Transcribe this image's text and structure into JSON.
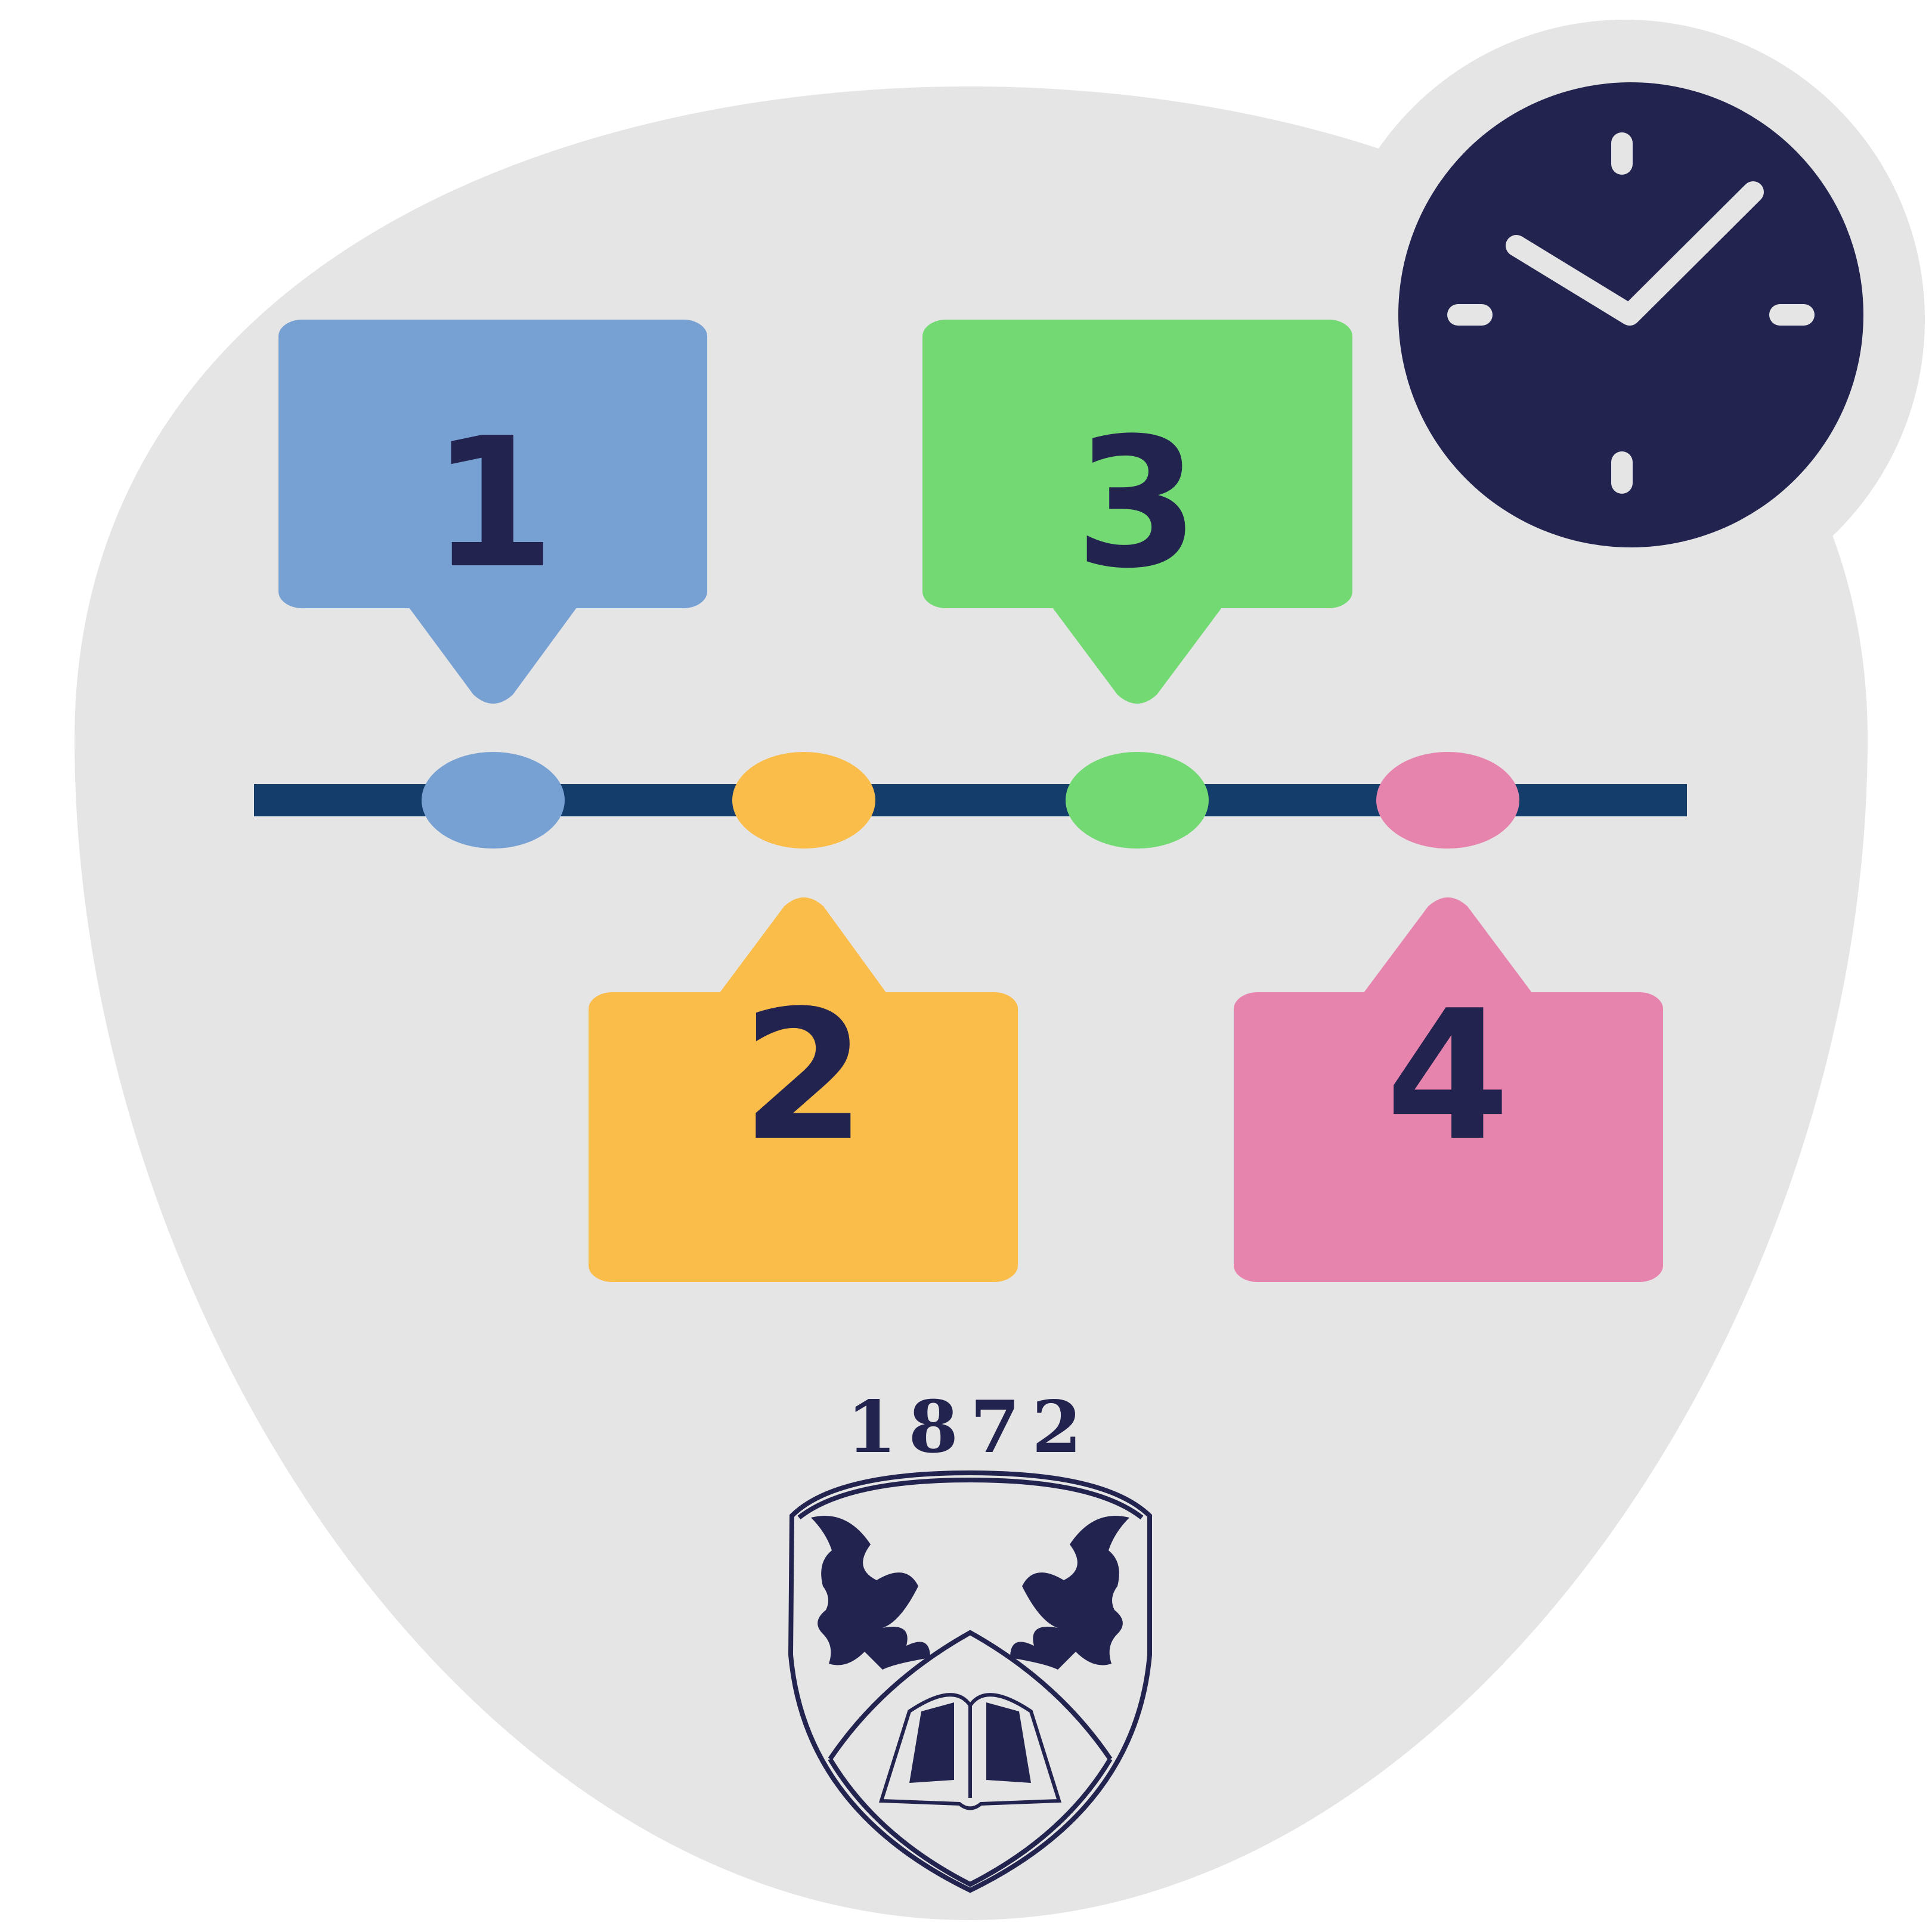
{
  "colors": {
    "background_blob": "#e5e5e5",
    "dark_navy": "#23234f",
    "timeline": "#143d6b",
    "step1": "#78a1d3",
    "step2": "#fbbd4a",
    "step3": "#72d973",
    "step4": "#e784ad",
    "clock_marks": "#e5e5e5"
  },
  "steps": [
    {
      "label": "1"
    },
    {
      "label": "2"
    },
    {
      "label": "3"
    },
    {
      "label": "4"
    }
  ],
  "clock": {
    "icon": "clock-icon"
  },
  "logo": {
    "year": "1872",
    "icon": "university-crest-icon"
  }
}
